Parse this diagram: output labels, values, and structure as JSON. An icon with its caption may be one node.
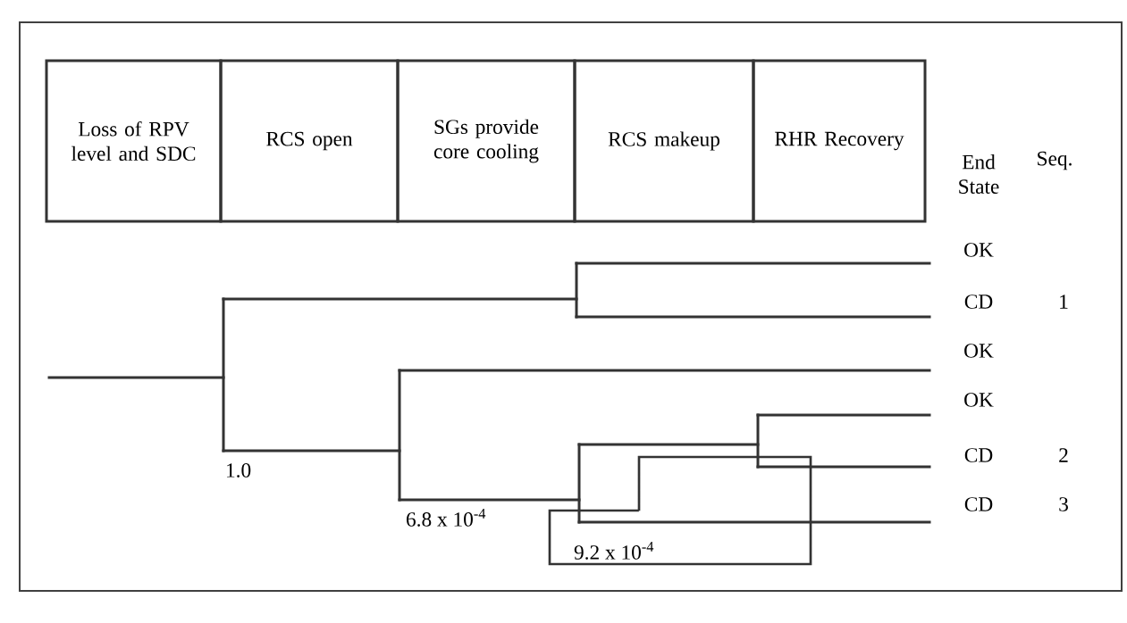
{
  "diagram": {
    "nodes": [
      {
        "text": [
          "Loss of RPV level and SDC"
        ]
      },
      {
        "text": [
          "RCS open"
        ]
      },
      {
        "text": [
          "SGs provide core cooling"
        ]
      },
      {
        "text": [
          "RCS makeup"
        ]
      },
      {
        "text": [
          "RHR Recovery"
        ]
      }
    ],
    "labels": [
      "End State",
      "Seq.",
      "OK",
      "CD",
      "1",
      "OK",
      "OK",
      "CD",
      "2",
      "CD",
      "3",
      "1.0",
      "6.8 x 10$^{-4}$",
      "9.2 x 10$^{-4}$"
    ]
  }
}
